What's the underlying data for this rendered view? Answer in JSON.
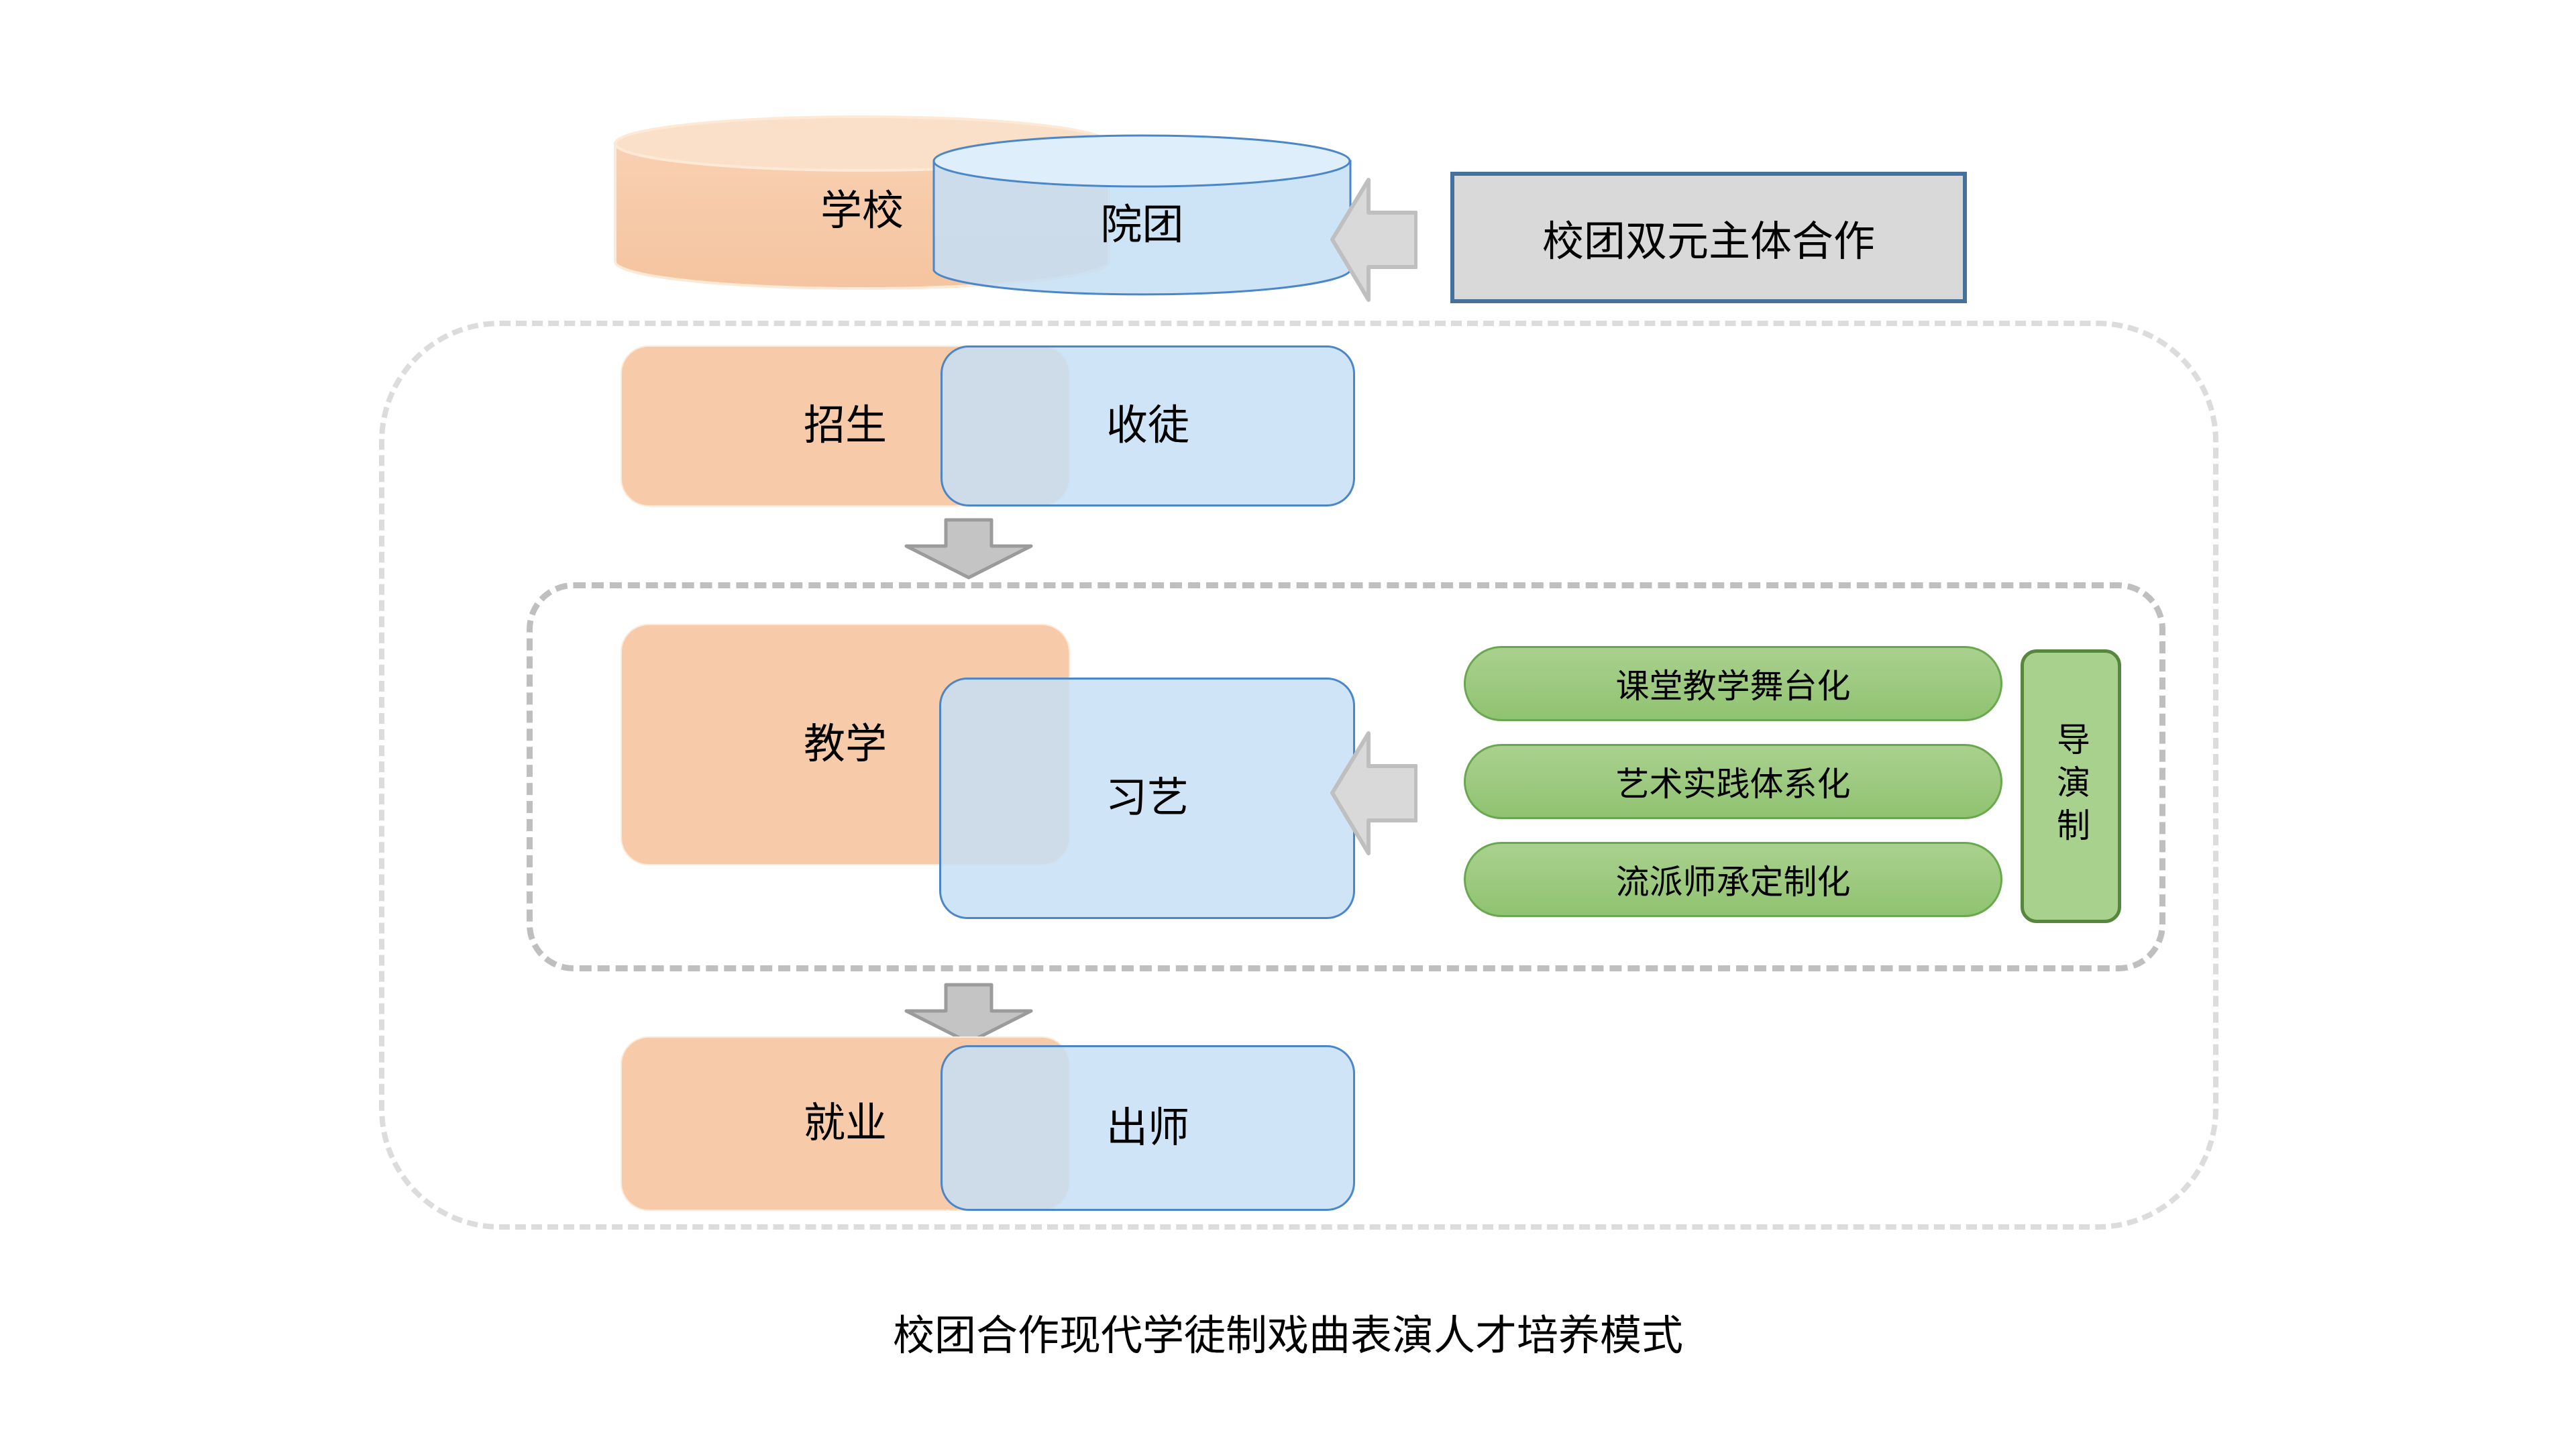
{
  "diagram": {
    "caption": "校团合作现代学徒制戏曲表演人才培养模式",
    "colors": {
      "orange_fill": "#f7cbaa",
      "orange_stroke": "#fde9d5",
      "blue_fill": "#c5def5",
      "blue_stroke": "#4a86c8",
      "green_fill": "#a9d18e",
      "green_stroke": "#6aa84f",
      "green_stroke_dark": "#57873c",
      "gray_fill": "#d9d9d9",
      "gray_stroke": "#bfbfbf",
      "callout_border": "#46719b",
      "dashed_outer": "#dcdcdc",
      "dashed_inner": "#bfbfbf"
    },
    "row_cylinders": {
      "left_label": "学校",
      "right_label": "院团"
    },
    "callout": {
      "label": "校团双元主体合作"
    },
    "rows": [
      {
        "left_label": "招生",
        "right_label": "收徒"
      },
      {
        "left_label": "教学",
        "right_label": "习艺"
      },
      {
        "left_label": "就业",
        "right_label": "出师"
      }
    ],
    "pills": [
      "课堂教学舞台化",
      "艺术实践体系化",
      "流派师承定制化"
    ],
    "vertical_box": {
      "label": "导演制"
    },
    "arrows": {
      "cooperation_arrow": "left-arrow-icon",
      "pills_arrow": "left-arrow-icon",
      "flow_arrow_1": "down-arrow-icon",
      "flow_arrow_2": "down-arrow-icon"
    }
  }
}
